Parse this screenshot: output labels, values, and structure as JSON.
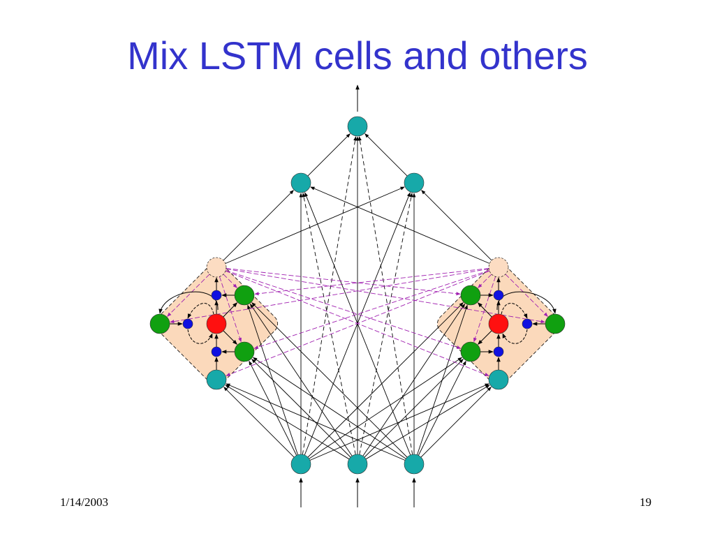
{
  "slide": {
    "title": "Mix LSTM cells and others",
    "footer_date": "1/14/2003",
    "page_number": "19"
  },
  "colors": {
    "title": "#3333cc",
    "hidden_unit": "#17a9a9",
    "gate": "#10a010",
    "cell_state": "#ff1010",
    "multiplier": "#1010e0",
    "block_background": "#fbd9bb",
    "block_output_node": "#fcdcc2",
    "recurrent_edge": "#a020b0",
    "edge": "#000000"
  },
  "diagram": {
    "layers": {
      "output": [
        "out"
      ],
      "hidden_top": [
        "h1",
        "h2"
      ],
      "lstm_blocks": [
        "blockL",
        "blockR"
      ],
      "input": [
        "in1",
        "in2",
        "in3"
      ]
    },
    "nodes": [
      {
        "id": "out",
        "role": "output-unit"
      },
      {
        "id": "h1",
        "role": "hidden-unit"
      },
      {
        "id": "h2",
        "role": "hidden-unit"
      },
      {
        "id": "in1",
        "role": "input-unit"
      },
      {
        "id": "in2",
        "role": "input-unit"
      },
      {
        "id": "in3",
        "role": "input-unit"
      },
      {
        "id": "L_out",
        "role": "cell-output",
        "block": "blockL"
      },
      {
        "id": "L_gate_top",
        "role": "gate",
        "block": "blockL"
      },
      {
        "id": "L_gate_bot",
        "role": "gate",
        "block": "blockL"
      },
      {
        "id": "L_gate_side",
        "role": "gate",
        "block": "blockL"
      },
      {
        "id": "L_cell",
        "role": "cell-state",
        "block": "blockL"
      },
      {
        "id": "L_mul_top",
        "role": "multiplier",
        "block": "blockL"
      },
      {
        "id": "L_mul_bot",
        "role": "multiplier",
        "block": "blockL"
      },
      {
        "id": "L_mul_side",
        "role": "multiplier",
        "block": "blockL"
      },
      {
        "id": "L_in",
        "role": "cell-input",
        "block": "blockL"
      },
      {
        "id": "R_out",
        "role": "cell-output",
        "block": "blockR"
      },
      {
        "id": "R_gate_top",
        "role": "gate",
        "block": "blockR"
      },
      {
        "id": "R_gate_bot",
        "role": "gate",
        "block": "blockR"
      },
      {
        "id": "R_gate_side",
        "role": "gate",
        "block": "blockR"
      },
      {
        "id": "R_cell",
        "role": "cell-state",
        "block": "blockR"
      },
      {
        "id": "R_mul_top",
        "role": "multiplier",
        "block": "blockR"
      },
      {
        "id": "R_mul_bot",
        "role": "multiplier",
        "block": "blockR"
      },
      {
        "id": "R_mul_side",
        "role": "multiplier",
        "block": "blockR"
      },
      {
        "id": "R_in",
        "role": "cell-input",
        "block": "blockR"
      }
    ],
    "edges": [
      {
        "from": "h1",
        "to": "out",
        "style": "solid"
      },
      {
        "from": "h2",
        "to": "out",
        "style": "solid"
      },
      {
        "from": "in1",
        "to": "out",
        "style": "dashed"
      },
      {
        "from": "in2",
        "to": "out",
        "style": "solid"
      },
      {
        "from": "in3",
        "to": "out",
        "style": "dashed"
      },
      {
        "from": "L_out",
        "to": "h1",
        "style": "solid"
      },
      {
        "from": "L_out",
        "to": "h2",
        "style": "solid"
      },
      {
        "from": "R_out",
        "to": "h1",
        "style": "solid"
      },
      {
        "from": "R_out",
        "to": "h2",
        "style": "solid"
      },
      {
        "from": "in1",
        "to": "h1",
        "style": "solid"
      },
      {
        "from": "in2",
        "to": "h1",
        "style": "dashed"
      },
      {
        "from": "in3",
        "to": "h1",
        "style": "solid"
      },
      {
        "from": "in1",
        "to": "h2",
        "style": "solid"
      },
      {
        "from": "in2",
        "to": "h2",
        "style": "dashed"
      },
      {
        "from": "in3",
        "to": "h2",
        "style": "solid"
      },
      {
        "from": "in1",
        "to": "L_in",
        "style": "solid"
      },
      {
        "from": "in2",
        "to": "L_in",
        "style": "solid"
      },
      {
        "from": "in3",
        "to": "L_in",
        "style": "solid"
      },
      {
        "from": "in1",
        "to": "L_gate_top",
        "style": "solid"
      },
      {
        "from": "in2",
        "to": "L_gate_top",
        "style": "solid"
      },
      {
        "from": "in3",
        "to": "L_gate_top",
        "style": "solid"
      },
      {
        "from": "in1",
        "to": "L_gate_bot",
        "style": "solid"
      },
      {
        "from": "in2",
        "to": "L_gate_bot",
        "style": "solid"
      },
      {
        "from": "in3",
        "to": "L_gate_bot",
        "style": "solid"
      },
      {
        "from": "in1",
        "to": "R_in",
        "style": "solid"
      },
      {
        "from": "in2",
        "to": "R_in",
        "style": "solid"
      },
      {
        "from": "in3",
        "to": "R_in",
        "style": "solid"
      },
      {
        "from": "in1",
        "to": "R_gate_top",
        "style": "solid"
      },
      {
        "from": "in2",
        "to": "R_gate_top",
        "style": "solid"
      },
      {
        "from": "in3",
        "to": "R_gate_top",
        "style": "solid"
      },
      {
        "from": "in1",
        "to": "R_gate_bot",
        "style": "solid"
      },
      {
        "from": "in2",
        "to": "R_gate_bot",
        "style": "solid"
      },
      {
        "from": "in3",
        "to": "R_gate_bot",
        "style": "solid"
      },
      {
        "from": "L_out",
        "to": "R_gate_top",
        "style": "recurrent"
      },
      {
        "from": "L_out",
        "to": "R_gate_bot",
        "style": "recurrent"
      },
      {
        "from": "L_out",
        "to": "R_gate_side",
        "style": "recurrent"
      },
      {
        "from": "L_out",
        "to": "R_in",
        "style": "recurrent"
      },
      {
        "from": "R_out",
        "to": "L_gate_top",
        "style": "recurrent"
      },
      {
        "from": "R_out",
        "to": "L_gate_bot",
        "style": "recurrent"
      },
      {
        "from": "R_out",
        "to": "L_gate_side",
        "style": "recurrent"
      },
      {
        "from": "R_out",
        "to": "L_in",
        "style": "recurrent"
      },
      {
        "from": "L_out",
        "to": "L_gate_top",
        "style": "recurrent"
      },
      {
        "from": "L_out",
        "to": "L_gate_bot",
        "style": "recurrent"
      },
      {
        "from": "L_out",
        "to": "L_gate_side",
        "style": "recurrent"
      },
      {
        "from": "R_out",
        "to": "R_gate_top",
        "style": "recurrent"
      },
      {
        "from": "R_out",
        "to": "R_gate_bot",
        "style": "recurrent"
      },
      {
        "from": "R_out",
        "to": "R_gate_side",
        "style": "recurrent"
      }
    ]
  }
}
